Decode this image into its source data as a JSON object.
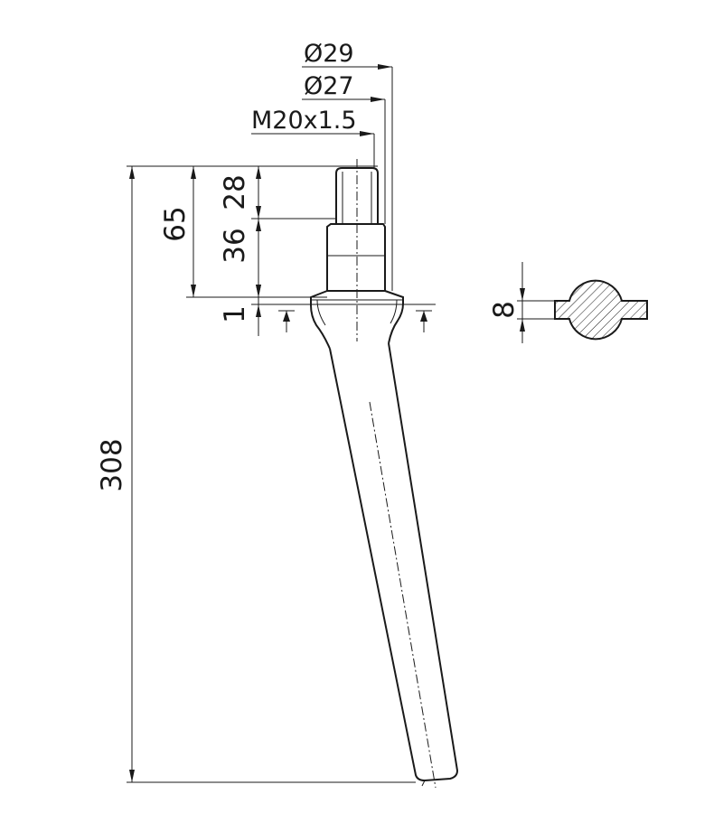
{
  "dimensions": {
    "diameter_outer": "Ø29",
    "diameter_inner": "Ø27",
    "thread": "M20x1.5",
    "length_thread": "28",
    "length_collar": "36",
    "length_head": "65",
    "offset": "1",
    "length_total": "308",
    "section_thickness": "8"
  },
  "colors": {
    "line": "#1a1a1a",
    "background": "#ffffff"
  }
}
